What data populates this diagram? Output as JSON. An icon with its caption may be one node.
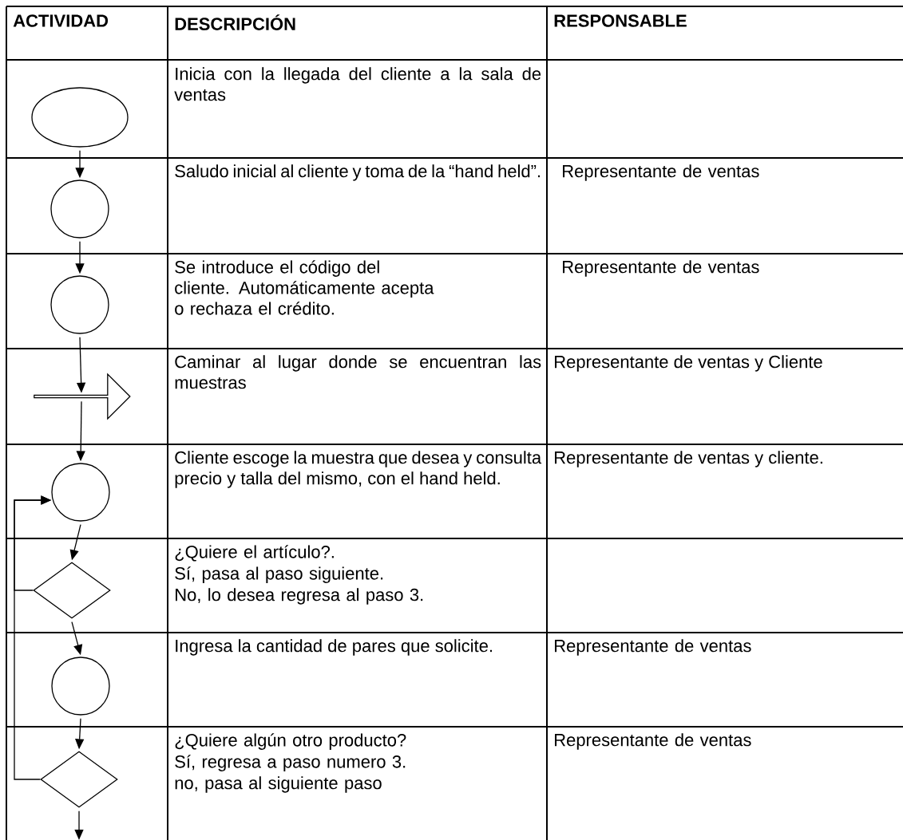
{
  "diagram": {
    "nodes": [
      {
        "text": [],
        "shape": "ellipse"
      },
      {
        "text": [],
        "shape": "circle"
      },
      {
        "text": [],
        "shape": "circle"
      },
      {
        "text": [],
        "shape": "arrow"
      },
      {
        "text": [],
        "shape": "circle"
      },
      {
        "text": [],
        "shape": "diamond"
      },
      {
        "text": [],
        "shape": "circle"
      },
      {
        "text": [],
        "shape": "diamond"
      }
    ],
    "edges": [
      {
        "from": 0,
        "to": 1,
        "arrow": "to"
      },
      {
        "from": 1,
        "to": 2,
        "arrow": "to"
      },
      {
        "from": 2,
        "to": 3,
        "arrow": "to"
      },
      {
        "from": 3,
        "to": 4,
        "arrow": "to"
      },
      {
        "from": 4,
        "to": 5,
        "arrow": "to"
      },
      {
        "from": 5,
        "to": 6,
        "arrow": "to"
      },
      {
        "from": 6,
        "to": 7,
        "arrow": "to"
      },
      {
        "from": 7,
        "to": null,
        "arrow": "to"
      },
      {
        "from": 5,
        "to": 4,
        "arrow": "to"
      },
      {
        "from": 7,
        "to": 4,
        "arrow": "to"
      }
    ],
    "labels": [
      "ACTIVIDAD",
      "DESCRIPCIÓN",
      "RESPONSABLE",
      "Inicia con la llegada del cliente a la sala de ventas",
      "Saludo inicial al cliente y toma de la “hand held”.",
      "Representante de ventas",
      "Se introduce el código del cliente. Automáticamente acepta o rechaza el crédito.",
      "Representante de ventas",
      "Caminar al lugar donde se encuentran las muestras",
      "Representante de ventas y Cliente",
      "Cliente escoge la muestra que desea y consulta precio y talla del mismo, con el hand held.",
      "Representante de ventas y cliente.",
      "¿Quiere el artículo?.",
      "Sí, pasa al paso siguiente.",
      "No, lo desea regresa al paso 3.",
      "Ingresa la cantidad de pares que solicite.",
      "Representante de ventas",
      "¿Quiere algún otro producto?",
      "Sí, regresa a paso numero 3.",
      "no, pasa al siguiente paso",
      "Representante de ventas"
    ]
  }
}
